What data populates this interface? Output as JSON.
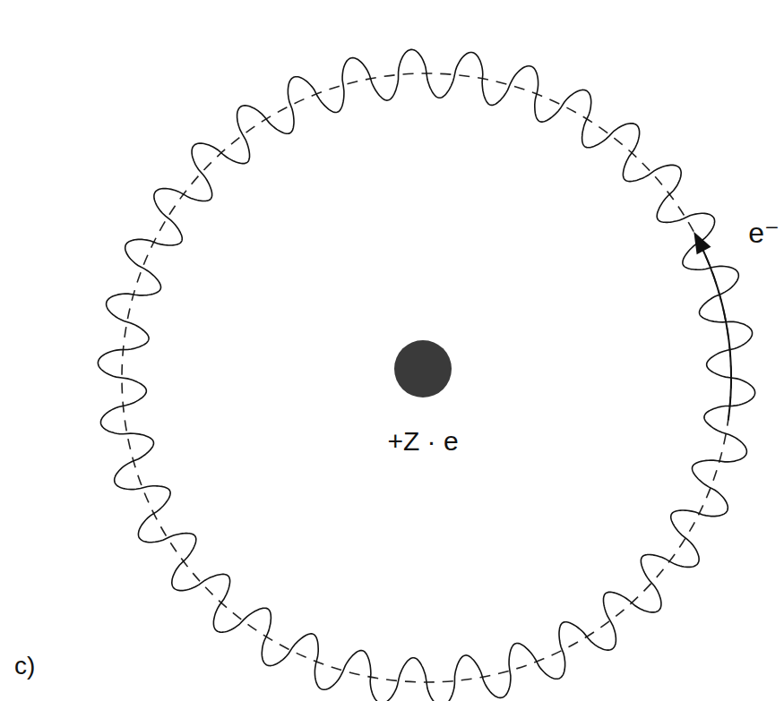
{
  "diagram": {
    "labels": [
      "+Z · e",
      "e⁻",
      "c)"
    ]
  }
}
